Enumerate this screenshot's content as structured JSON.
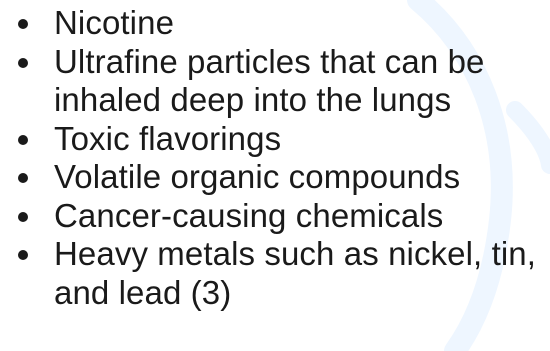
{
  "list": {
    "items": [
      {
        "text": "Nicotine"
      },
      {
        "text": "Ultrafine particles that can be inhaled deep into the lungs"
      },
      {
        "text": "Toxic flavorings"
      },
      {
        "text": "Volatile organic compounds"
      },
      {
        "text": "Cancer-causing chemicals"
      },
      {
        "text": "Heavy metals such as nickel, tin, and lead (3)"
      }
    ]
  },
  "colors": {
    "text": "#1a1a1a",
    "decor": "#eef6ff"
  }
}
